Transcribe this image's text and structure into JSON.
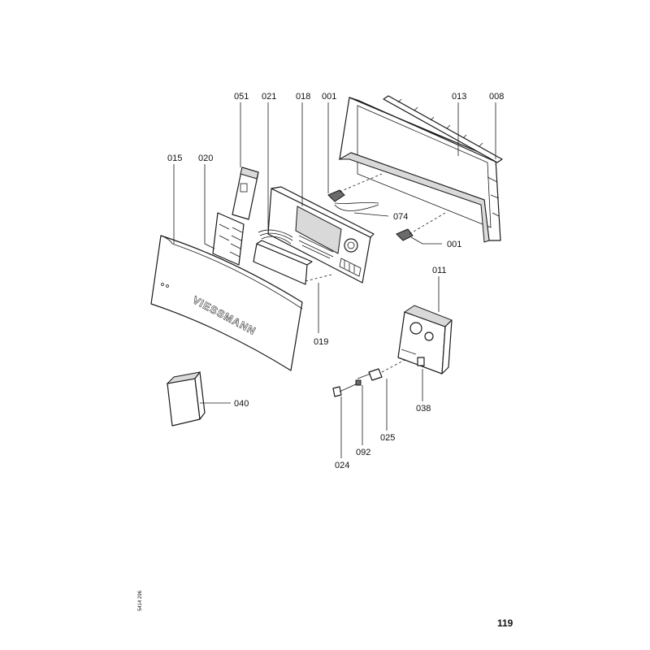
{
  "diagram": {
    "callouts": {
      "c051": "051",
      "c021": "021",
      "c018": "018",
      "c001a": "001",
      "c013": "013",
      "c008": "008",
      "c015": "015",
      "c020": "020",
      "c074": "074",
      "c001b": "001",
      "c011": "011",
      "c019": "019",
      "c040": "040",
      "c038": "038",
      "c025": "025",
      "c092": "092",
      "c024": "024"
    },
    "brand_text": "VIESSMANN"
  },
  "footer": {
    "page_number": "119",
    "drawing_number": "5414 296"
  }
}
